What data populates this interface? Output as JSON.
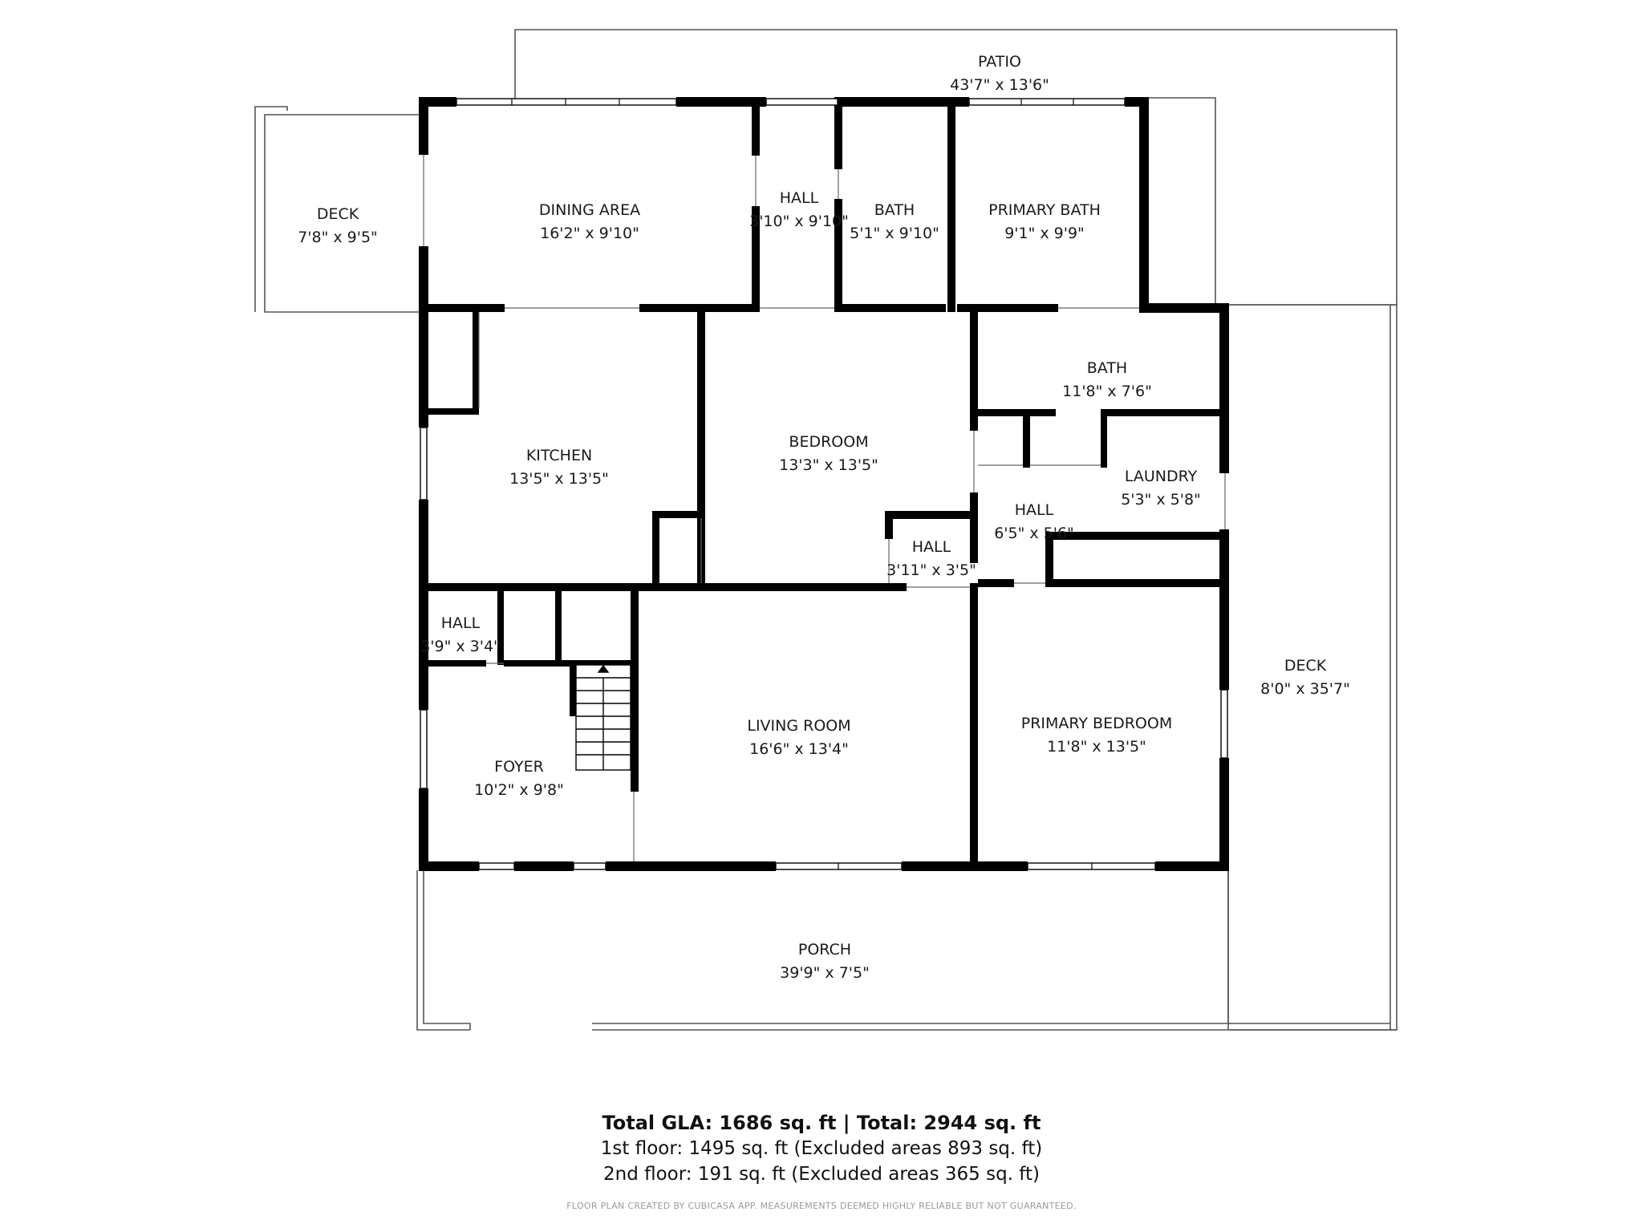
{
  "rooms": {
    "patio": {
      "name": "PATIO",
      "dim": "43'7\" x 13'6\""
    },
    "deck_left": {
      "name": "DECK",
      "dim": "7'8\" x 9'5\""
    },
    "dining": {
      "name": "DINING AREA",
      "dim": "16'2\" x 9'10\""
    },
    "hall_top": {
      "name": "HALL",
      "dim": "3'10\" x 9'10\""
    },
    "bath_top": {
      "name": "BATH",
      "dim": "5'1\" x 9'10\""
    },
    "primary_bath": {
      "name": "PRIMARY BATH",
      "dim": "9'1\" x 9'9\""
    },
    "kitchen": {
      "name": "KITCHEN",
      "dim": "13'5\" x 13'5\""
    },
    "bedroom": {
      "name": "BEDROOM",
      "dim": "13'3\" x 13'5\""
    },
    "bath_right": {
      "name": "BATH",
      "dim": "11'8\" x 7'6\""
    },
    "laundry": {
      "name": "LAUNDRY",
      "dim": "5'3\" x 5'8\""
    },
    "hall_mid_right": {
      "name": "HALL",
      "dim": "6'5\" x 5'6\""
    },
    "hall_small": {
      "name": "HALL",
      "dim": "3'11\" x 3'5\""
    },
    "hall_left": {
      "name": "HALL",
      "dim": "3'9\" x 3'4\""
    },
    "foyer": {
      "name": "FOYER",
      "dim": "10'2\" x 9'8\""
    },
    "living": {
      "name": "LIVING ROOM",
      "dim": "16'6\" x 13'4\""
    },
    "primary_bedroom": {
      "name": "PRIMARY BEDROOM",
      "dim": "11'8\" x 13'5\""
    },
    "deck_right": {
      "name": "DECK",
      "dim": "8'0\" x 35'7\""
    },
    "porch": {
      "name": "PORCH",
      "dim": "39'9\" x 7'5\""
    }
  },
  "summary": {
    "total": "Total GLA: 1686 sq. ft | Total: 2944 sq. ft",
    "floor1": "1st floor: 1495 sq. ft (Excluded areas 893 sq. ft)",
    "floor2": "2nd floor: 191 sq. ft (Excluded areas 365 sq. ft)",
    "credit": "FLOOR PLAN CREATED BY CUBICASA APP. MEASUREMENTS DEEMED HIGHLY RELIABLE BUT NOT GUARANTEED."
  }
}
